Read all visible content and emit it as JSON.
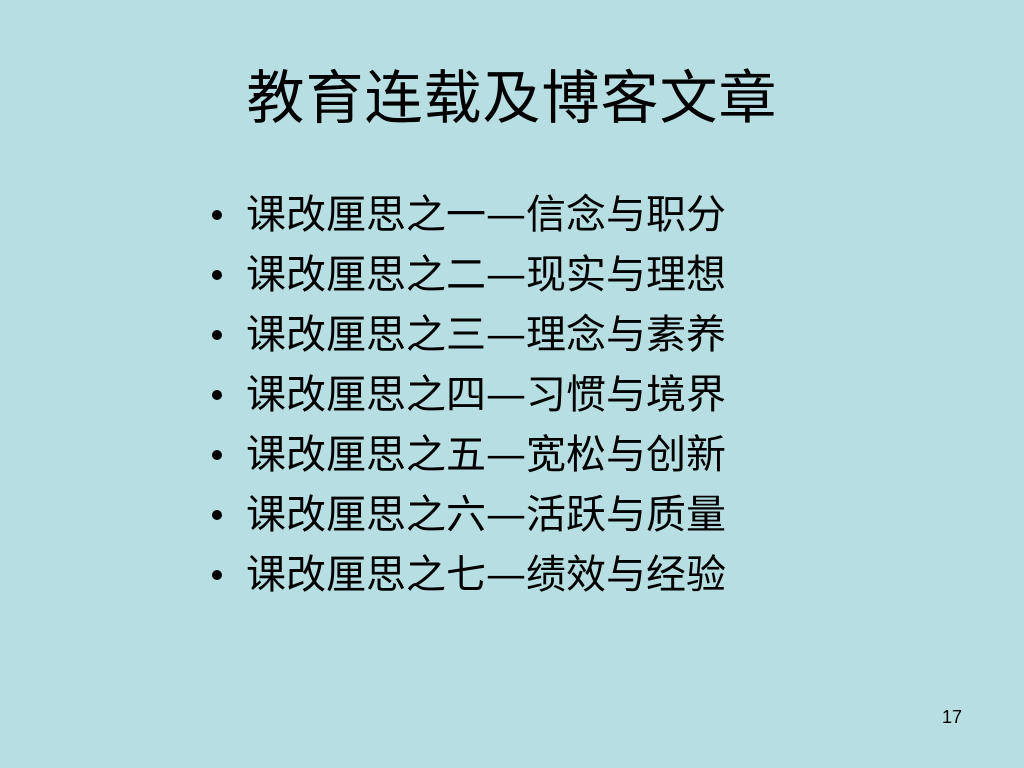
{
  "slide": {
    "title": "教育连载及博客文章",
    "items": [
      "课改厘思之一—信念与职分",
      "课改厘思之二—现实与理想",
      "课改厘思之三—理念与素养",
      "课改厘思之四—习惯与境界",
      "课改厘思之五—宽松与创新",
      "课改厘思之六—活跃与质量",
      "课改厘思之七—绩效与经验"
    ],
    "page_number": "17"
  },
  "colors": {
    "background": "#b7dfe3",
    "text": "#000000"
  }
}
